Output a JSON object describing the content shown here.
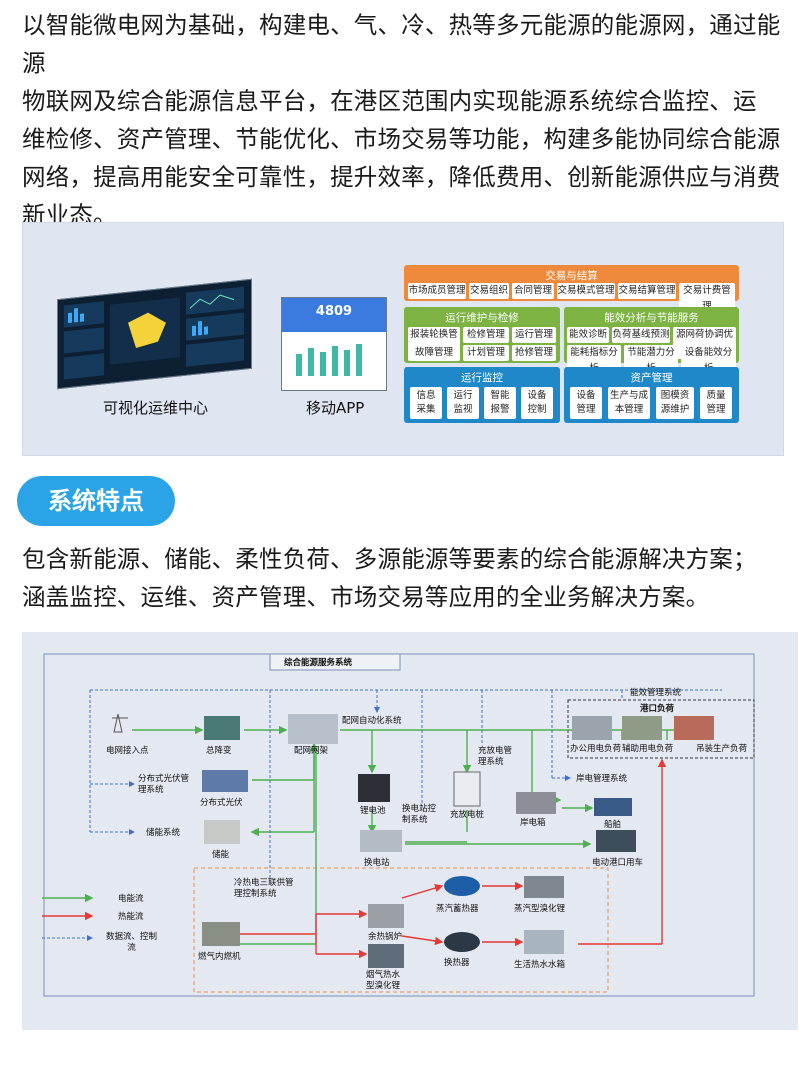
{
  "intro": {
    "lines": [
      "以智能微电网为基础，构建电、气、冷、热等多元能源的能源网，通过能源",
      "物联网及综合能源信息平台，在港区范围内实现能源系统综合监控、运",
      "维检修、资产管理、节能优化、市场交易等功能，构建多能协同综合能源",
      "网络，提高用能安全可靠性，提升效率，降低费用、创新能源供应与消费",
      "新业态。"
    ]
  },
  "platform": {
    "caption_ops": "可视化运维中心",
    "caption_app": "移动APP",
    "app_number": "4809",
    "trade": {
      "title": "交易与结算",
      "items": [
        "市场成员管理",
        "交易组织",
        "合同管理",
        "交易模式管理",
        "交易结算管理",
        "交易计费管理"
      ]
    },
    "maint": {
      "title": "运行维护与检修",
      "items": [
        "报装轮换管理",
        "检修管理",
        "运行管理",
        "故障管理",
        "计划管理",
        "抢修管理"
      ]
    },
    "energy": {
      "title": "能效分析与节能服务",
      "items": [
        "能效诊断",
        "负荷基线预测",
        "源网荷协调优化",
        "能耗指标分析",
        "节能潜力分析",
        "设备能效分析"
      ]
    },
    "monitor": {
      "title": "运行监控",
      "items": [
        [
          "信息",
          "采集"
        ],
        [
          "运行",
          "监视"
        ],
        [
          "智能",
          "报警"
        ],
        [
          "设备",
          "控制"
        ]
      ]
    },
    "asset": {
      "title": "资产管理",
      "items": [
        [
          "设备",
          "管理"
        ],
        [
          "生产与成",
          "本管理"
        ],
        [
          "图模资",
          "源维护"
        ],
        [
          "质量",
          "管理"
        ]
      ]
    },
    "colors": {
      "orange": "#ef8a3c",
      "green": "#7cb342",
      "blue": "#1e88c8"
    }
  },
  "features": {
    "badge": "系统特点",
    "lines": [
      "包含新能源、储能、柔性负荷、多源能源等要素的综合能源解决方案；",
      "涵盖监控、运维、资产管理、市场交易等应用的全业务解决方案。"
    ]
  },
  "diagram": {
    "title": "综合能源服务系统",
    "nodes": {
      "grid_access": "电网接入点",
      "main_transformer": "总降变",
      "dist_frame": "配网网架",
      "dist_auto": "配网自动化系统",
      "pv_mgmt": [
        "分布式光伏管",
        "理系统"
      ],
      "pv": "分布式光伏",
      "storage_sys": "储能系统",
      "storage": "储能",
      "battery": "锂电池",
      "swap_ctrl": [
        "换电站控",
        "制系统"
      ],
      "swap_station": "换电站",
      "charge_mgmt": [
        "充放电管",
        "理系统"
      ],
      "charge_pile": "充放电桩",
      "shore_mgmt": "岸电管理系统",
      "shore_box": "岸电箱",
      "ship": "船舶",
      "ev_truck": "电动港口用车",
      "energy_eff": "能效管理系统",
      "port_load": "港口负荷",
      "office_load": "办公用电负荷",
      "aux_load": "辅助用电负荷",
      "crane_load": "吊装生产负荷",
      "cchp": [
        "冷热电三联供管",
        "理控制系统"
      ],
      "gas_engine": "燃气内燃机",
      "waste_boiler": "余热锅炉",
      "steam_acc": "蒸汽蓄热器",
      "steam_chiller": "蒸汽型溴化锂",
      "flue_chiller": [
        "烟气热水",
        "型溴化锂"
      ],
      "heat_exch": "换热器",
      "hot_water": "生活热水水箱"
    },
    "legend": {
      "power": "电能流",
      "heat": "热能流",
      "data": [
        "数据流、控制",
        "流"
      ]
    },
    "colors": {
      "power": "#4caf50",
      "heat": "#e53935",
      "data": "#3f6fd1"
    }
  }
}
